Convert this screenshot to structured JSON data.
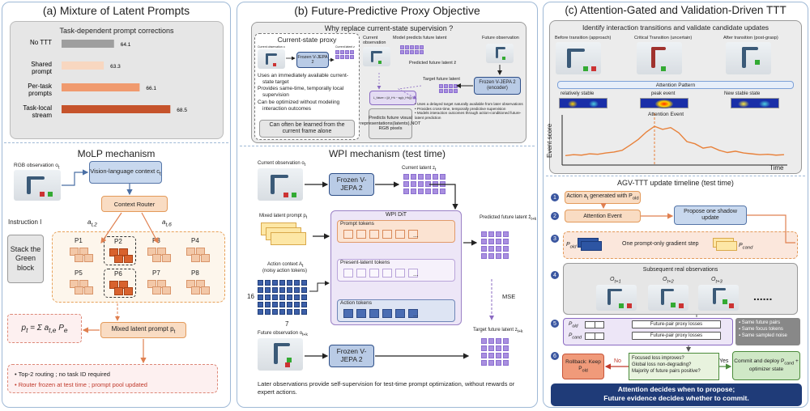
{
  "panel_a": {
    "title": "(a) Mixture of Latent Prompts",
    "bar_title": "Task-dependent prompt corrections",
    "mech_title": "MoLP mechanism",
    "rgb_obs": "RGB observation o",
    "rgb_sub": "t",
    "vl_context": "Vision-language context c",
    "vl_sub": "t",
    "context_router": "Context Router",
    "a_left": "a",
    "a_left_sub": "t,2",
    "a_right": "a",
    "a_right_sub": "t,6",
    "instruction": "Instruction I",
    "stack_block": "Stack the Green block",
    "prompts": [
      "P1",
      "P2",
      "P3",
      "P4",
      "P5",
      "P6",
      "P7",
      "P8"
    ],
    "formula": "p",
    "formula_rest": "= Σ a",
    "formula_end": "P",
    "mixed_prompt": "Mixed latent prompt p",
    "bullet1": "Top-2 routing ; no task ID required",
    "bullet2": "Router frozen at test time ; prompt pool updated"
  },
  "chart_data": {
    "type": "bar",
    "title": "Task-dependent prompt corrections",
    "categories": [
      "No TTT",
      "Shared prompt",
      "Per-task prompts",
      "Task-local stream"
    ],
    "values": [
      64.1,
      63.3,
      66.1,
      68.5
    ],
    "colors": [
      "#9e9e9e",
      "#f8d7c0",
      "#f09a6e",
      "#c6532b"
    ],
    "xlim": [
      60,
      70
    ]
  },
  "panel_b": {
    "title": "(b) Future-Predictive Proxy Objective",
    "why": "Why replace current-state supervision ?",
    "current_proxy": "Current-state proxy",
    "cur_obs_small": "Current observation o",
    "cur_latent_small": "Current latent z",
    "frozen_vjepa": "Frozen V-JEPA 2",
    "proxy_bullets": [
      "Uses an immediately available current-state target",
      "Provides same-time, temporally local supervision",
      "Can be optimized without modeling interaction outcomes"
    ],
    "proxy_footer": "Can often be learned from the current frame alone",
    "current_observation": "Current observation",
    "model_predicts": "Model predicts future latent",
    "future_observation": "Future observation",
    "predicted_future_latent": "Predicted future latent ẑ",
    "target_future_latent": "Target future latent",
    "frozen_encoder": "Frozen V-JEPA 2 (encoder)",
    "loss_formula": "L_future = ||ẑ_t+k − sg(z_t+k)||²",
    "predicts_visual": "Predicts future visual representations(latents),NOT RGB pixels",
    "future_bullets": [
      "Uses a delayed target naturally available from later observations",
      "Provides cross-time, temporally predictive supervision",
      "Models interaction outcomes through action-conditioned future-latent prediction"
    ],
    "wpi_title": "WPI mechanism (test time)",
    "wpi_cur_obs": "Current observation o",
    "wpi_cur_obs_sub": "t",
    "wpi_frozen": "Frozen V-JEPA 2",
    "wpi_cur_latent": "Current latent z",
    "wpi_cur_latent_sub": "t",
    "mixed_prompt": "Mixed latent prompt p",
    "mixed_prompt_sub": "t",
    "wpi_dit": "WPI DiT",
    "prompt_tokens": "Prompt tokens",
    "present_tokens": "Present-latent tokens",
    "action_tokens": "Action tokens",
    "action_context": "Action context A",
    "action_context_sub": "t",
    "noisy_action": "(noisy action tokens)",
    "dim16": "16",
    "dim7": "7",
    "ellipsis": "...",
    "pred_future": "Predicted future latent ẑ",
    "pred_future_sub": "t+k",
    "mse": "MSE",
    "target_future": "Target future latent z",
    "target_future_sub": "t+k",
    "future_obs": "Future observation o",
    "future_obs_sub": "t+k",
    "wpi_frozen2": "Frozen V-JEPA 2",
    "footer": "Later observations provide self-supervision for test-time prompt optimization, without rewards or expert actions."
  },
  "panel_c": {
    "title": "(c) Attention-Gated and Validation-Driven TTT",
    "identify": "Identify interaction transitions and validate candidate updates",
    "before": "Before transition (approach)",
    "critical": "Critical Transition (uncertain)",
    "after": "After transition (post-grasp)",
    "attention_pattern": "Attention Pattern",
    "relatively_stable": "relatively stable",
    "peak_event": "peak event",
    "new_stable": "New stable state",
    "attention_event_label": "Attention Event",
    "event_score": "Event score",
    "time": "Time",
    "timeline_title": "AGV-TTT update timeline (test time)",
    "step1": "Action a",
    "step1_sub": "t",
    "step1_rest": "generated with P",
    "step1_rest_sub": "old",
    "attention_event": "Attention Event",
    "propose": "Propose one shadow update",
    "gradient_step": "One prompt-only gradient step",
    "p_old": "P",
    "p_old_sub": "old",
    "p_cand": "P",
    "p_cand_sub": "cand",
    "subsequent": "Subsequent real observations",
    "obs": [
      "O",
      "O",
      "O"
    ],
    "obs_sub": [
      "t+1",
      "t+2",
      "t+3"
    ],
    "dots": "......",
    "fp_loss1": "Future-pair proxy losses",
    "fp_loss2": "Future-pair proxy losses",
    "same": [
      "Same future pairs",
      "Same focus tokens",
      "Same sampled noise"
    ],
    "rollback": "Rollback: Keep P",
    "rollback_sub": "old",
    "no": "No",
    "yes": "Yes",
    "checks": [
      "Focused loss improves?",
      "Global loss non-degrading?",
      "Majority of future pairs positive?"
    ],
    "commit": "Commit and deploy P",
    "commit_sub": "cand",
    "commit_rest": "+ optimizer state",
    "banner1": "Attention decides when to propose;",
    "banner2": "Future evidence decides whether to commit.",
    "nums": [
      "1",
      "2",
      "3",
      "4",
      "5",
      "6"
    ]
  },
  "event_curve": {
    "type": "line",
    "values": [
      0.18,
      0.2,
      0.19,
      0.22,
      0.21,
      0.24,
      0.26,
      0.3,
      0.42,
      0.55,
      0.72,
      0.85,
      0.78,
      0.82,
      0.7,
      0.5,
      0.45,
      0.35,
      0.38,
      0.3,
      0.25,
      0.28,
      0.24,
      0.22,
      0.2,
      0.21,
      0.19,
      0.2
    ]
  }
}
